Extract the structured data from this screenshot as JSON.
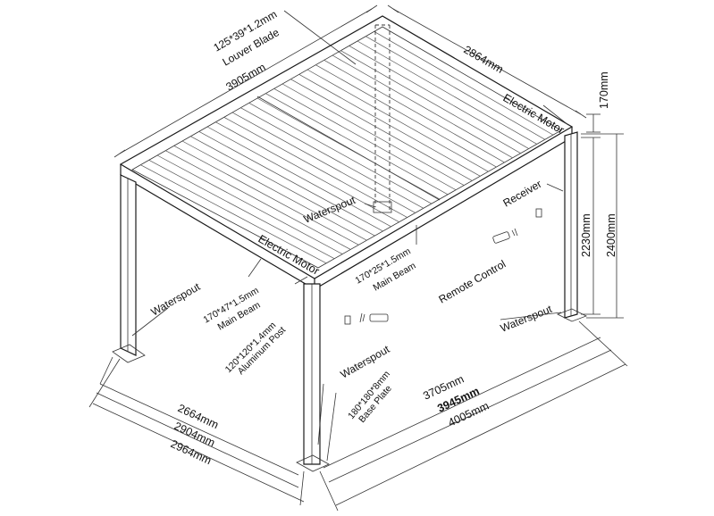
{
  "labels": {
    "louver_blade": [
      "125*39*1.2mm",
      "Louver Blade"
    ],
    "top_length": "3905mm",
    "top_width": "2864mm",
    "top_height": "170mm",
    "motor_right": "Electric Motor",
    "motor_left": "Electric Motor",
    "waterspout_top": "Waterspout",
    "receiver": "Receiver",
    "remote": "Remote Control",
    "main_beam_right": [
      "170*25*1.5mm",
      "Main Beam"
    ],
    "main_beam_left": [
      "170*47*1.5mm",
      "Main Beam"
    ],
    "post": [
      "120*120*1.4mm",
      "Aluminum Post"
    ],
    "waterspout_left": "Waterspout",
    "waterspout_right": "Waterspout",
    "waterspout_front": "Waterspout",
    "base_plate": [
      "180*180*8mm",
      "Base Plate"
    ],
    "height_inner": "2230mm",
    "height_outer": "2400mm",
    "depth_1": "2664mm",
    "depth_2": "2904mm",
    "depth_3": "2964mm",
    "len_1": "3705mm",
    "len_2": "3945mm",
    "len_3": "4005mm"
  }
}
